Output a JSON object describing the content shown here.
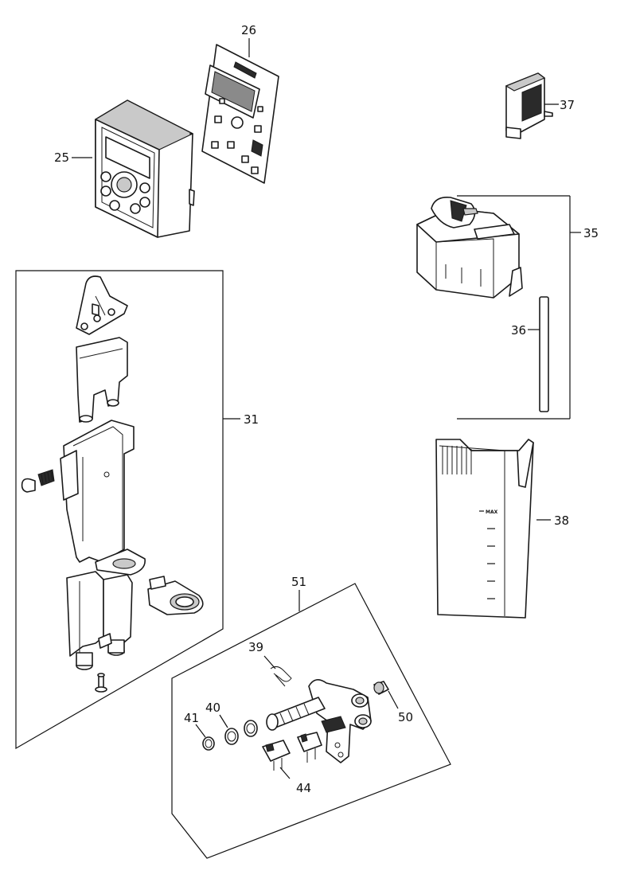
{
  "labels": {
    "p25": "25",
    "p26": "26",
    "p31": "31",
    "p35": "35",
    "p36": "36",
    "p37": "37",
    "p38": "38",
    "p39": "39",
    "p40": "40",
    "p41": "41",
    "p44": "44",
    "p50": "50",
    "p51": "51"
  },
  "tank_mark": "MAX"
}
